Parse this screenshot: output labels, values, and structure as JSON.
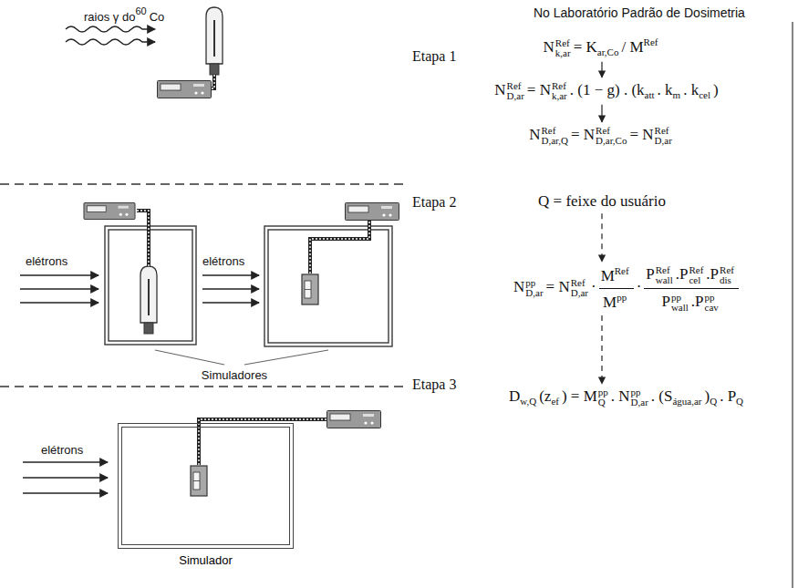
{
  "diagram": {
    "nodes": [
      {
        "text": [
          "Simulador"
        ]
      }
    ],
    "labels": [
      "raios γ do",
      "60",
      "Co",
      "No Laboratório Padrão de Dosimetria",
      "Etapa 1",
      "N",
      "Ref",
      "k,ar",
      "= K",
      "ar,Co",
      "/ M",
      "Ref",
      "N",
      "Ref",
      "D,ar",
      "= N",
      "Ref",
      "k,ar",
      ". (1 − g) . (k",
      "att",
      ". k",
      "m",
      ". k",
      "cel",
      ")",
      "N",
      "Ref",
      "D,ar,Q",
      "= N",
      "Ref",
      "D,ar,Co",
      "= N",
      "Ref",
      "D,ar",
      "elétrons",
      "elétrons",
      "Simuladores",
      "Etapa 2",
      "Q = feixe do usuário",
      "N",
      "pp",
      "D,ar",
      "= N",
      "Ref",
      "D,ar",
      "·",
      "M",
      "Ref",
      "M",
      "pp",
      "·",
      "P",
      "Ref",
      "wall",
      ".P",
      "Ref",
      "cel",
      ".P",
      "Ref",
      "dis",
      "P",
      "pp",
      "wall",
      ".P",
      "pp",
      "cav",
      "elétrons",
      "Etapa 3",
      "D",
      "w,Q",
      "(z",
      "ef",
      ") = M",
      "pp",
      "Q",
      ". N",
      "pp",
      "D,ar",
      ". (S",
      "água,ar",
      ")",
      "Q",
      ". P",
      "Q"
    ]
  }
}
